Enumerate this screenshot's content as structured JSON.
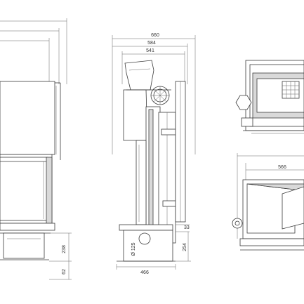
{
  "dimensions": {
    "side_total_width": "660",
    "side_width_584": "584",
    "side_width_541": "541",
    "side_base_width": "466",
    "side_height_33": "33",
    "side_height_254": "254",
    "flue_diameter": "Ø 125",
    "front_height_238": "238",
    "front_height_62": "62",
    "plan_width_566": "566"
  }
}
